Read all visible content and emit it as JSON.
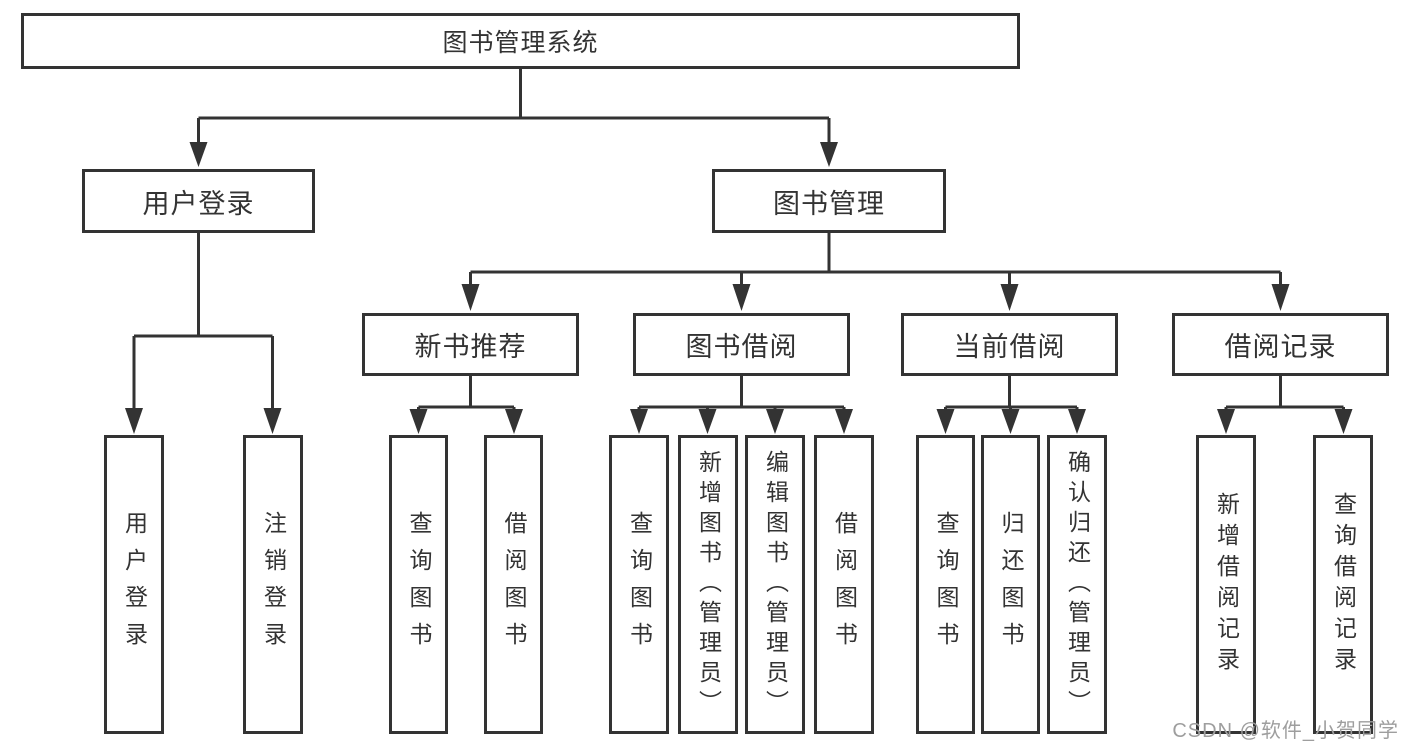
{
  "tree": {
    "root": {
      "label": "图书管理系统"
    },
    "level2": [
      {
        "label": "用户登录",
        "children": [
          {
            "label": "用户登录"
          },
          {
            "label": "注销登录"
          }
        ]
      },
      {
        "label": "图书管理",
        "children": [
          {
            "label": "新书推荐",
            "children": [
              {
                "label": "查询图书"
              },
              {
                "label": "借阅图书"
              }
            ]
          },
          {
            "label": "图书借阅",
            "children": [
              {
                "label": "查询图书"
              },
              {
                "label": "新增图书（管理员）"
              },
              {
                "label": "编辑图书（管理员）"
              },
              {
                "label": "借阅图书"
              }
            ]
          },
          {
            "label": "当前借阅",
            "children": [
              {
                "label": "查询图书"
              },
              {
                "label": "归还图书"
              },
              {
                "label": "确认归还（管理员）"
              }
            ]
          },
          {
            "label": "借阅记录",
            "children": [
              {
                "label": "新增借阅记录"
              },
              {
                "label": "查询借阅记录"
              }
            ]
          }
        ]
      }
    ]
  },
  "watermark": "CSDN @软件_小贺同学",
  "colors": {
    "line": "#333333",
    "text": "#333333",
    "box_background": "#ffffff",
    "watermark": "#9e9e9e",
    "page_background": "#ffffff"
  }
}
